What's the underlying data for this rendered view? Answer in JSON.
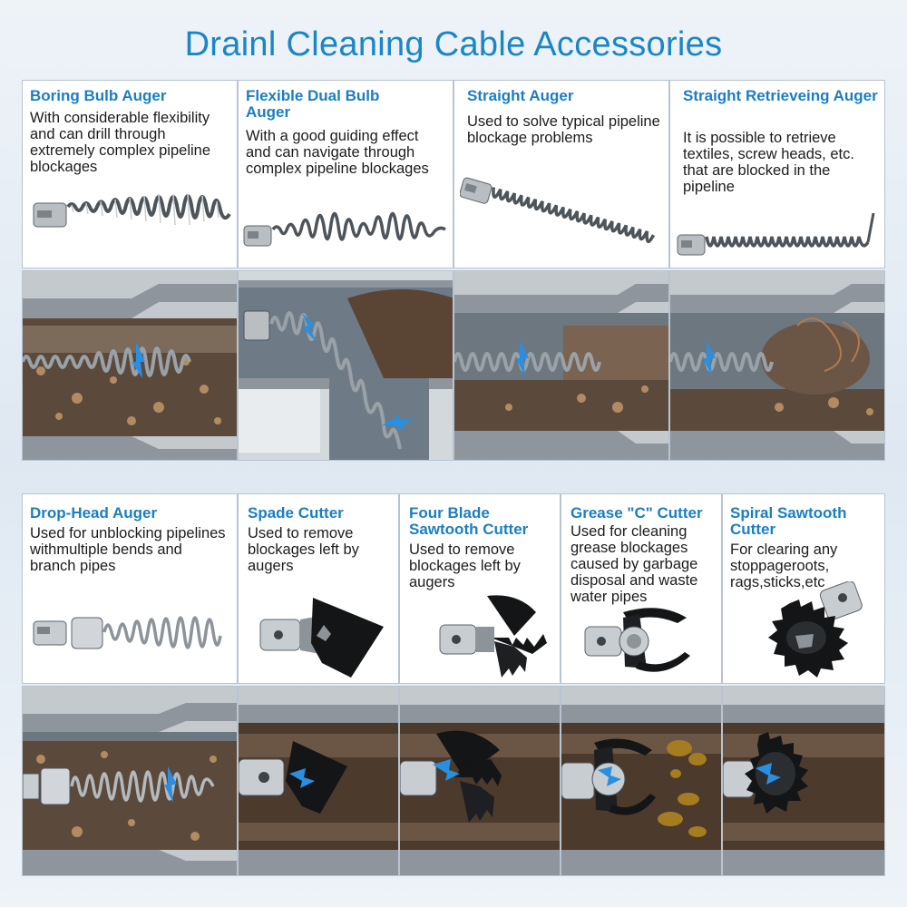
{
  "title": "Drainl Cleaning Cable Accessories",
  "row1": [
    {
      "name": "Boring Bulb Auger",
      "desc": "With considerable flexibility and can drill through extremely complex pipeline blockages",
      "icon": "boring-bulb-auger-icon"
    },
    {
      "name": "Flexible Dual Bulb Auger",
      "desc": "With a good guiding effect and can navigate through complex pipeline blockages",
      "icon": "dual-bulb-auger-icon"
    },
    {
      "name": "Straight Auger",
      "desc": "Used to solve typical pipeline blockage problems",
      "icon": "straight-auger-icon"
    },
    {
      "name": "Straight Retrieveing Auger",
      "desc": "It is possible to retrieve textiles, screw heads, etc. that are blocked in the pipeline",
      "icon": "retrieving-auger-icon"
    }
  ],
  "row2": [
    {
      "name": "Drop-Head Auger",
      "desc": "Used for unblocking pipelines withmultiple bends and branch pipes",
      "icon": "drop-head-auger-icon"
    },
    {
      "name": "Spade Cutter",
      "desc": "Used to remove blockages left by augers",
      "icon": "spade-cutter-icon"
    },
    {
      "name": "Four Blade Sawtooth Cutter",
      "desc": "Used to remove blockages left by augers",
      "icon": "four-blade-cutter-icon"
    },
    {
      "name": "Grease \"C\" Cutter",
      "desc": "Used for cleaning grease blockages caused by garbage disposal and waste water pipes",
      "icon": "grease-c-cutter-icon"
    },
    {
      "name": "Spiral Sawtooth Cutter",
      "desc": "For clearing any stoppageroots, rags,sticks,etc",
      "icon": "spiral-sawtooth-cutter-icon"
    }
  ],
  "colors": {
    "title": "#1a86c7",
    "name": "#1b7ec2",
    "arrow": "#2a8fe0",
    "pipe": "#a7adb3",
    "debris": "#7a5a3c"
  }
}
